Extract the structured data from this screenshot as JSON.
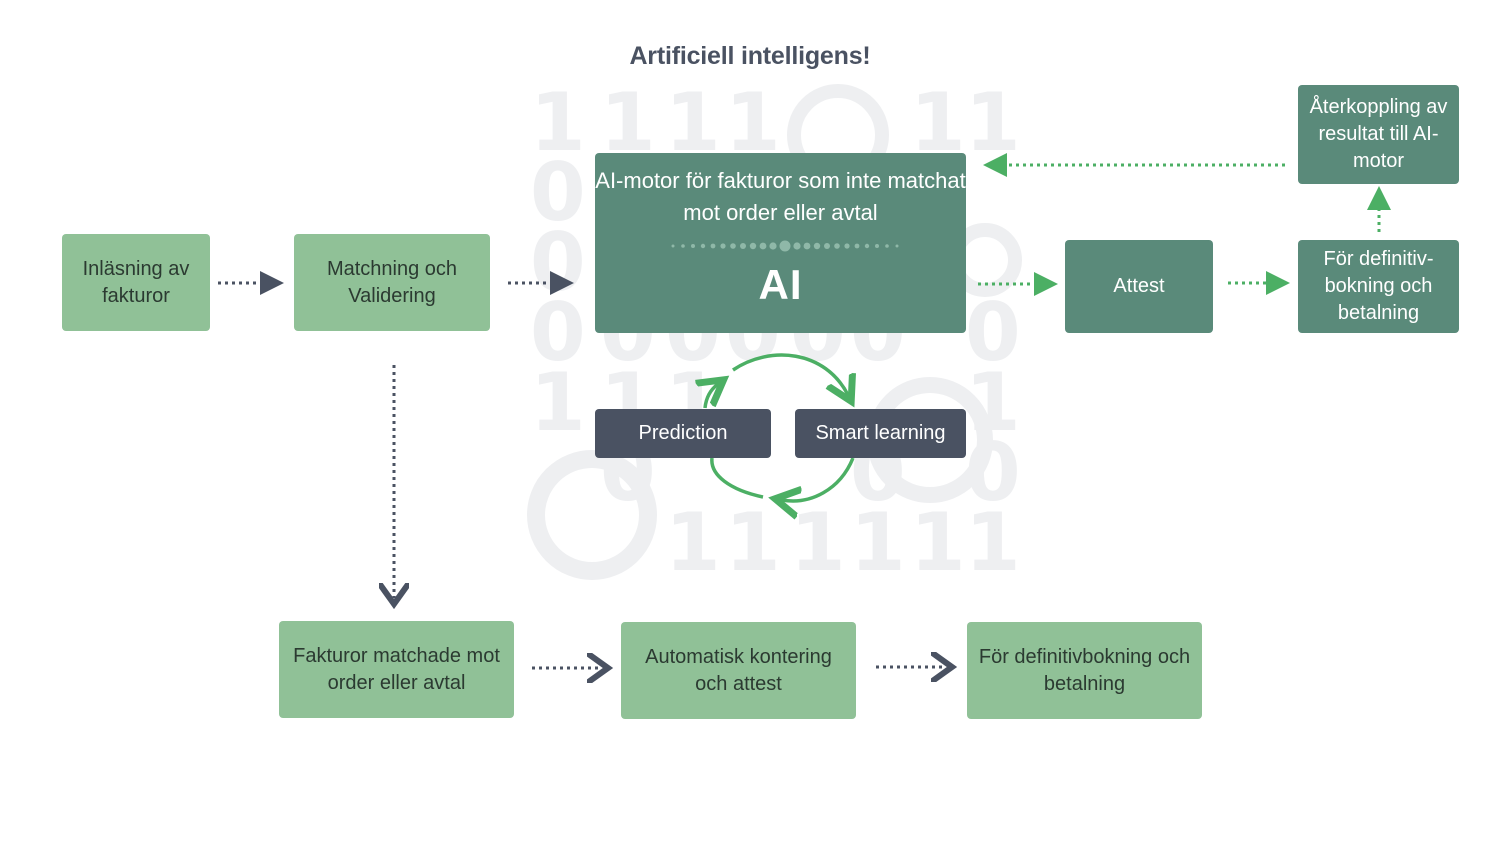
{
  "title": "Artificiell intelligens!",
  "boxes": {
    "inlasning": "Inläsning av fakturor",
    "matchning": "Matchning och Validering",
    "engine_text": "AI-motor för fakturor som inte matchat mot order eller avtal",
    "engine_label": "AI",
    "attest": "Attest",
    "definitiv_top": "För definitiv-bokning och betalning",
    "aterkoppling": "Återkoppling av resultat till AI-motor",
    "prediction": "Prediction",
    "smart_learning": "Smart learning",
    "matchade": "Fakturor matchade mot order eller avtal",
    "automatisk": "Automatisk kontering och attest",
    "definitiv_bottom": "För definitivbokning och betalning"
  },
  "colors": {
    "light_box": "#90c197",
    "dark_box": "#5a8a7a",
    "slate_box": "#4a5262",
    "arrow_dark": "#4a5262",
    "arrow_green": "#4caf64",
    "background_pattern": "#eeeff1"
  }
}
